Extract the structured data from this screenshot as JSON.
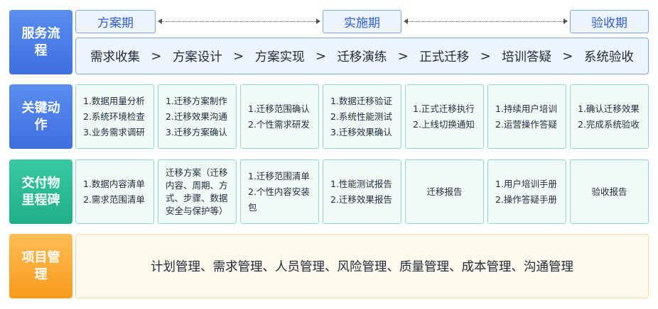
{
  "labels": {
    "service": "服务流程",
    "key": "关键动作",
    "milestone": "交付物里程碑",
    "project": "项目管理"
  },
  "phases": [
    "方案期",
    "实施期",
    "验收期"
  ],
  "flow": {
    "steps": [
      "需求收集",
      "方案设计",
      "方案实现",
      "迁移演练",
      "正式迁移",
      "培训答疑",
      "系统验收"
    ],
    "separator": ">"
  },
  "key_actions": [
    [
      "1.数据用量分析",
      "2.系统环境检查",
      "3.业务需求调研"
    ],
    [
      "1.迁移方案制作",
      "2.迁移效果沟通",
      "3.迁移方案确认"
    ],
    [
      "1.迁移范围确认",
      "2.个性需求研发"
    ],
    [
      "1.数据迁移验证",
      "2.系统性能测试",
      "3.迁移效果确认"
    ],
    [
      "1.正式迁移执行",
      "2.上线切换通知"
    ],
    [
      "1.持续用户培训",
      "2.运营操作答疑"
    ],
    [
      "1.确认迁移效果",
      "2.完成系统验收"
    ]
  ],
  "deliverables": [
    [
      "1.数据内容清单",
      "2.需求范围清单"
    ],
    [
      "迁移方案（迁移内容、周期、方式、步骤、数据安全与保护等）"
    ],
    [
      "1.迁移范围清单",
      "2.个性内容安装包"
    ],
    [
      "1.性能测试报告",
      "2.迁移效果报告"
    ],
    [
      "迁移报告"
    ],
    [
      "1.用户培训手册",
      "2.操作答疑手册"
    ],
    [
      "验收报告"
    ]
  ],
  "management": "计划管理、需求管理、人员管理、风险管理、质量管理、成本管理、沟通管理"
}
